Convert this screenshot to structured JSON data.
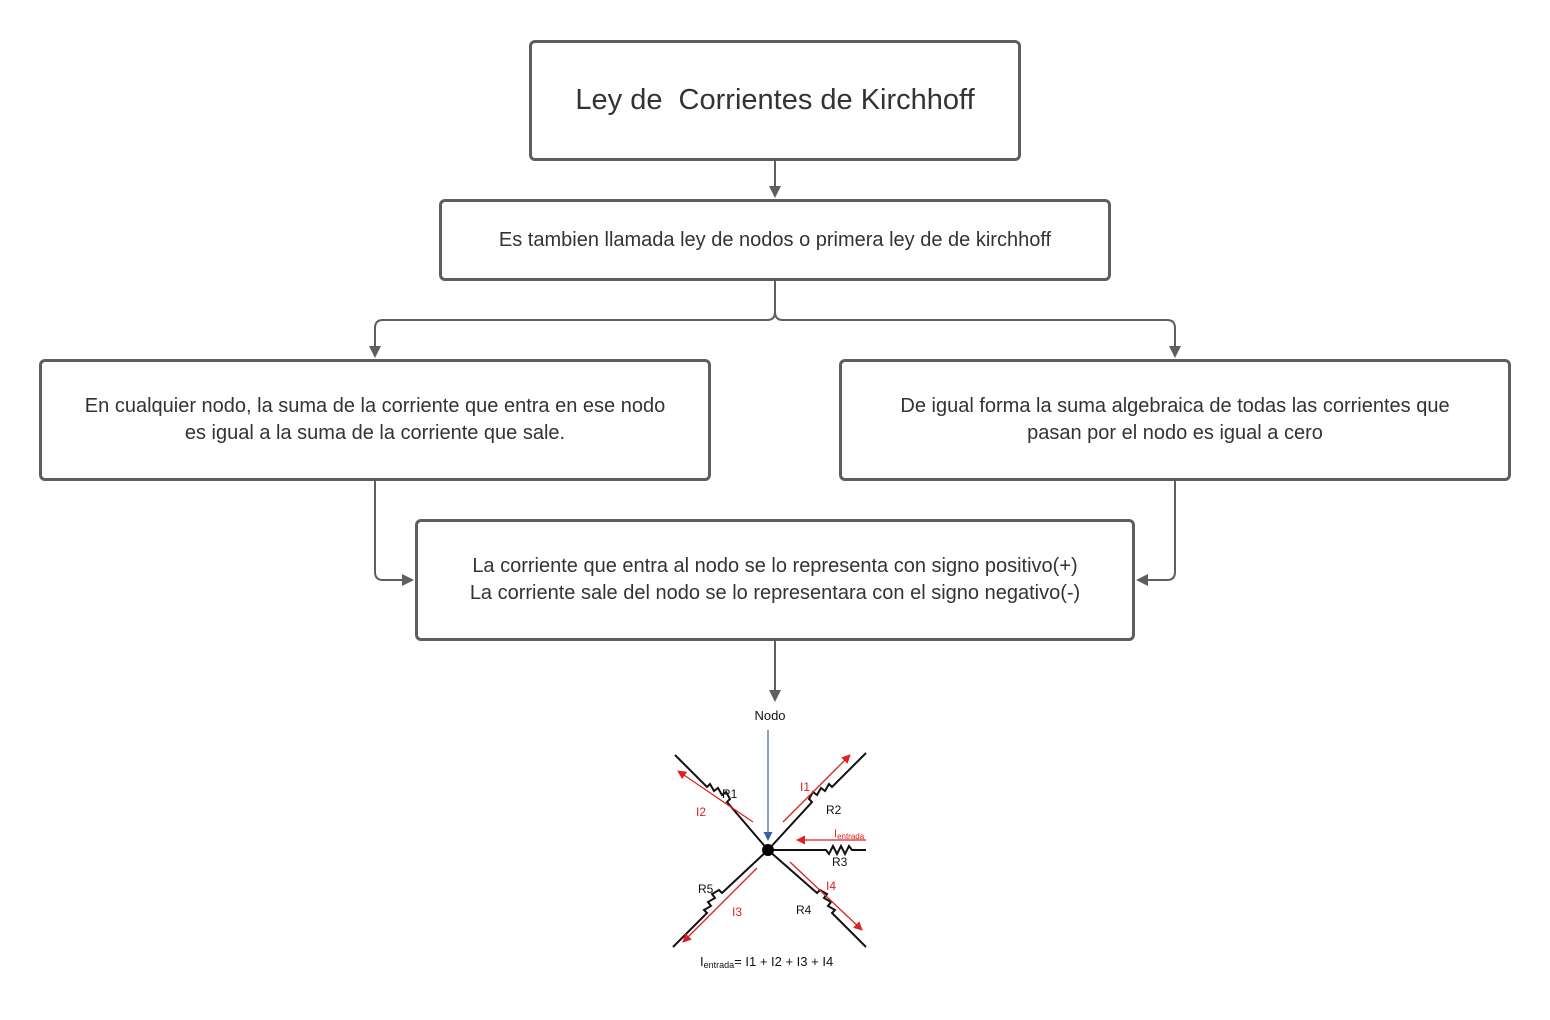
{
  "title": "Ley de  Corrientes de Kirchhoff",
  "box_definition": "Es tambien llamada ley de nodos o primera ley de de kirchhoff",
  "box_left": {
    "line1": "En cualquier nodo, la suma de la corriente que entra en ese nodo",
    "line2": "es igual a la suma de la corriente que sale."
  },
  "box_right": {
    "line1": "De igual forma la suma algebraica de todas las corrientes que",
    "line2": "pasan por el nodo es igual a cero"
  },
  "box_sign": {
    "line1": "La corriente que entra al nodo se lo representa con signo positivo(+)",
    "line2": "La corriente sale del nodo se lo representara con el signo negativo(-)"
  },
  "node_figure": {
    "node_label": "Nodo",
    "resistors": [
      "R1",
      "R2",
      "R3",
      "R4",
      "R5"
    ],
    "currents": [
      "I1",
      "I2",
      "I3",
      "I4"
    ],
    "input_current": "I",
    "input_subscript": "entrada",
    "equation": {
      "lhs": "I",
      "lhs_subscript": "entrada",
      "rhs": "= I1 + I2 + I3 + I4"
    }
  },
  "colors": {
    "border": "#5e5e5e",
    "text": "#333333",
    "arrow_red": "#e02020",
    "arrow_blue": "#3a5faa",
    "wire": "#111111"
  }
}
